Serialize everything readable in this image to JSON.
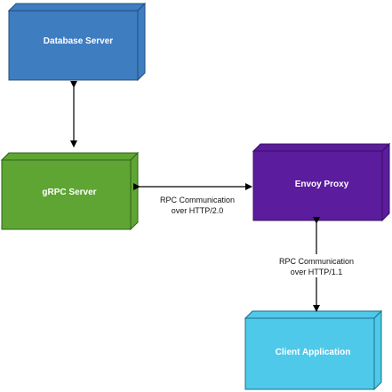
{
  "nodes": {
    "database_server": {
      "label": "Database Server",
      "fill": "#3F7DC1",
      "stroke": "#214B7E"
    },
    "grpc_server": {
      "label": "gRPC Server",
      "fill": "#5FA534",
      "stroke": "#2D6316"
    },
    "envoy_proxy": {
      "label": "Envoy Proxy",
      "fill": "#5C1C9E",
      "stroke": "#36105E"
    },
    "client_application": {
      "label": "Client Application",
      "fill": "#4FC9EA",
      "stroke": "#1B6E86"
    }
  },
  "edges": {
    "grpc_envoy": {
      "line1": "RPC Communication",
      "line2": "over HTTP/2.0"
    },
    "envoy_client": {
      "line1": "RPC Communication",
      "line2": "over HTTP/1.1"
    }
  },
  "colors": {
    "line": "#000000",
    "background": "#FFFFFF"
  }
}
